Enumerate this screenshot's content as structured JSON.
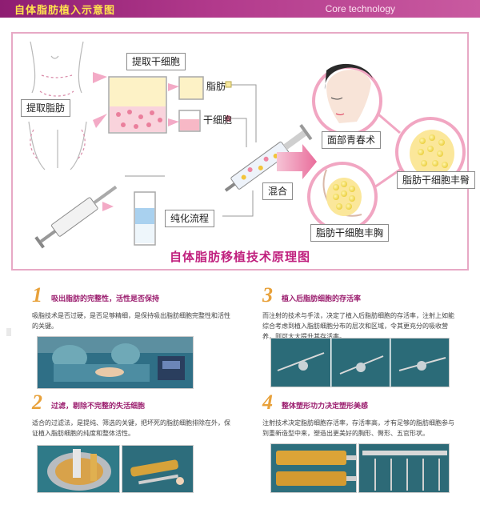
{
  "header": {
    "title": "自体脂肪植入示意图",
    "subtitle": "Core technology"
  },
  "diagram": {
    "caption": "自体脂肪移植技术原理图",
    "labels": {
      "extract_fat": "提取脂肪",
      "extract_stem": "提取干细胞",
      "fat": "脂肪",
      "stem_cell": "干细胞",
      "mix": "混合",
      "purify": "纯化流程",
      "face": "面部青春术",
      "breast": "脂肪干细胞丰胸",
      "buttock": "脂肪干细胞丰臀"
    }
  },
  "steps": [
    {
      "num": "1",
      "title": "吸出脂肪的完整性，活性是否保持",
      "desc": "吸脂技术是否过硬，是否足够精细，是保持吸出脂肪细胞完整性和活性的关键。"
    },
    {
      "num": "2",
      "title": "过滤，剔除不完整的失活细胞",
      "desc": "适合的过滤法，是提纯、筛选的关键，把坏死的脂肪细胞排除在外，保证植入脂肪细胞的纯度和整体活性。"
    },
    {
      "num": "3",
      "title": "植入后脂肪细胞的存活率",
      "desc": "而注射的技术与手法，决定了植入后脂肪细胞的存活率，注射上如能综合考虑到植入脂肪细胞分布的层次和区域，令其更充分的吸收营养，则可大大提升其存活率。"
    },
    {
      "num": "4",
      "title": "整体塑形功力决定塑形美感",
      "desc": "注射技术决定脂肪细胞存活率，存活率高，才有足够的脂肪细胞参与到重新造型中来，塑造出更美好的胸形、臀形、五官形状。"
    }
  ],
  "colors": {
    "accent": "#9b1d6e",
    "caption": "#c0207e",
    "step_number": "#e8a13a",
    "border": "#e7a9c5"
  }
}
